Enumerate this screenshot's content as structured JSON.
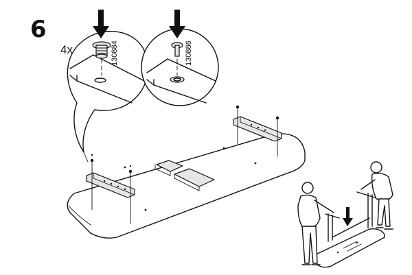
{
  "step": {
    "number": "6"
  },
  "detail_left": {
    "quantity": "4x",
    "part_number": "130884"
  },
  "detail_right": {
    "part_number": "130886"
  },
  "icons": {
    "insert_arrow": "down-arrow-icon",
    "threaded_insert": "threaded-insert-icon",
    "pin_screw": "pin-screw-icon",
    "assist_persons": "two-people-icon"
  }
}
